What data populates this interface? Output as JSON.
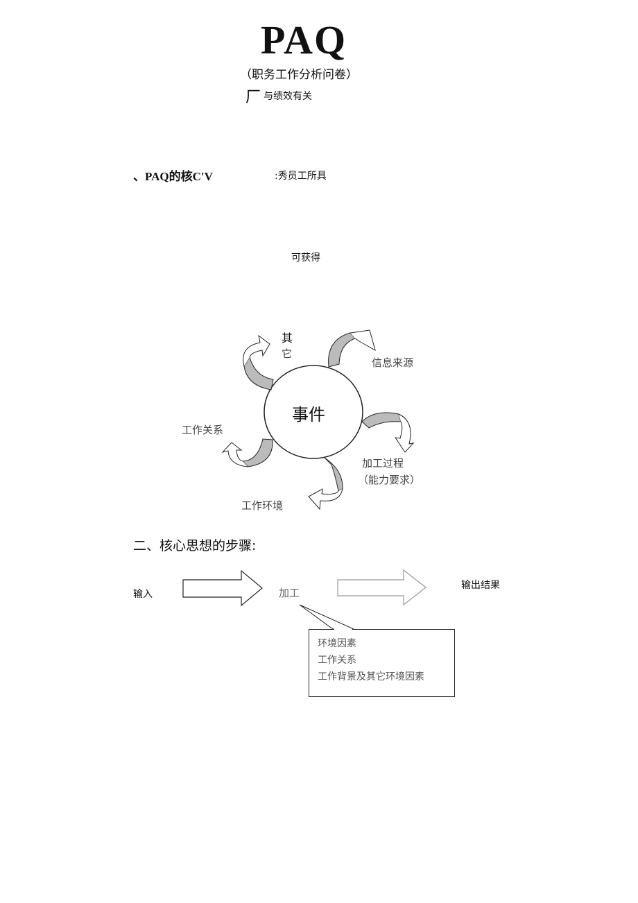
{
  "header": {
    "title": "PAQ",
    "subtitle": "（职务工作分析问卷）",
    "note_mark": "厂",
    "note": "与绩效有关"
  },
  "section1": {
    "heading": "、PAQ的核C'V",
    "heading_right": ":秀员工所具",
    "mid_text": "可获得"
  },
  "cycle_diagram": {
    "center": "事件",
    "labels": {
      "other_1": "其",
      "other_2": "它",
      "info_source": "信息来源",
      "process_1": "加工过程",
      "process_2": "（能力要求）",
      "environment": "工作环境",
      "relations": "工作关系"
    }
  },
  "section2": {
    "heading": "二、核心思想的步骤:",
    "input": "输入",
    "process": "加工",
    "output": "输出结果",
    "callout_lines": [
      "环境因素",
      "工作关系",
      "工作背景及其它环境因素"
    ]
  }
}
